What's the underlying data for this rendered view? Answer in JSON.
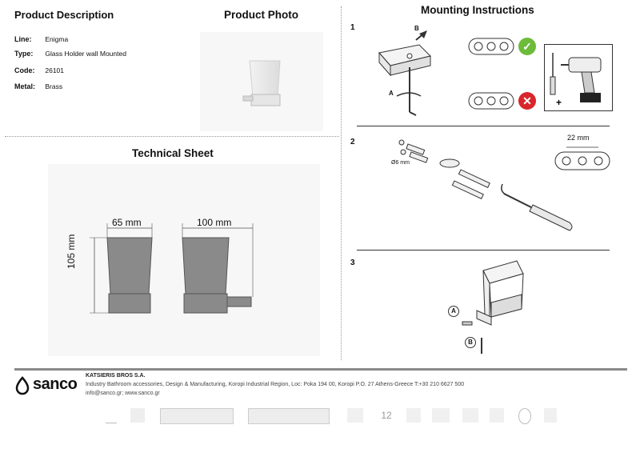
{
  "product_description": {
    "title": "Product Description",
    "fields": [
      {
        "label": "Line:",
        "value": "Enigma"
      },
      {
        "label": "Type:",
        "value": "Glass Holder wall Mounted"
      },
      {
        "label": "Code:",
        "value": "26101"
      },
      {
        "label": "Metal:",
        "value": "Brass"
      }
    ]
  },
  "product_photo": {
    "title": "Product Photo"
  },
  "technical_sheet": {
    "title": "Technical Sheet",
    "width_dim": "65 mm",
    "depth_dim": "100 mm",
    "height_dim": "105 mm"
  },
  "mounting": {
    "title": "Mounting Instructions",
    "steps": [
      "1",
      "2",
      "3"
    ],
    "labels": {
      "a": "A",
      "b": "B",
      "diameter": "Ø6 mm",
      "spacing": "22 mm"
    }
  },
  "footer": {
    "logo_text": "sanco",
    "company": "KATSIERIS BROS S.A.",
    "address": "Industry Bathroom accessories, Design & Manufacturing, Koropi Industrial Region, Loc: Poka 194 00, Koropi P.O. 27  Athens-Greece   T:+30 210 6627 500",
    "contact": "info@sanco.gr; www.sanco.gr",
    "years": "12"
  },
  "colors": {
    "ok": "#6dbb3a",
    "bad": "#d8262c",
    "line": "#333333",
    "footer_bar": "#8a8a8a"
  }
}
